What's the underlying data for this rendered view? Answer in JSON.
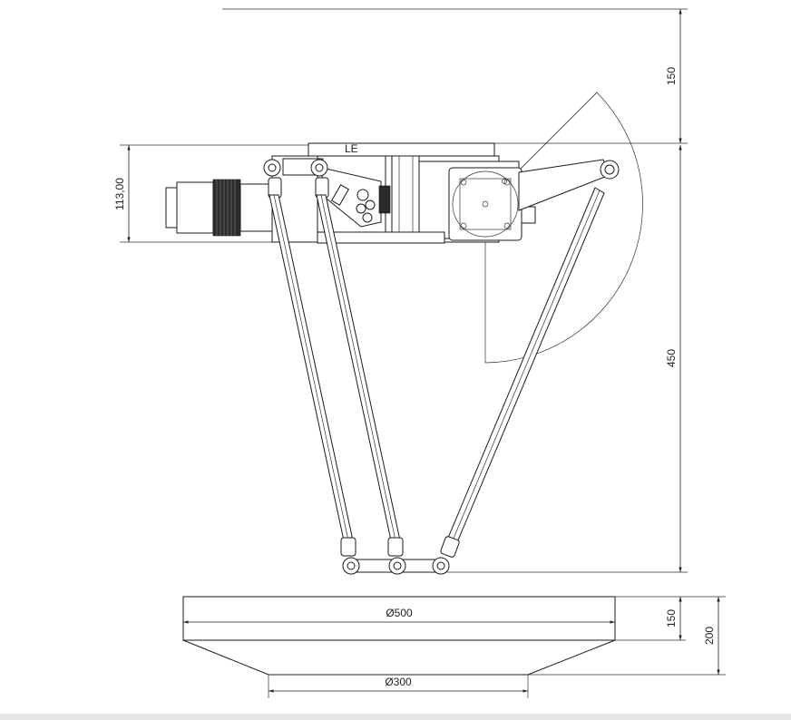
{
  "drawing": {
    "dimensions": {
      "top_height": "150",
      "base_height": "113,00",
      "working_height": "450",
      "outer_diameter": "Ø500",
      "inner_diameter": "Ø300",
      "zone_height": "150",
      "total_zone_height": "200"
    },
    "base_label": "LE"
  }
}
